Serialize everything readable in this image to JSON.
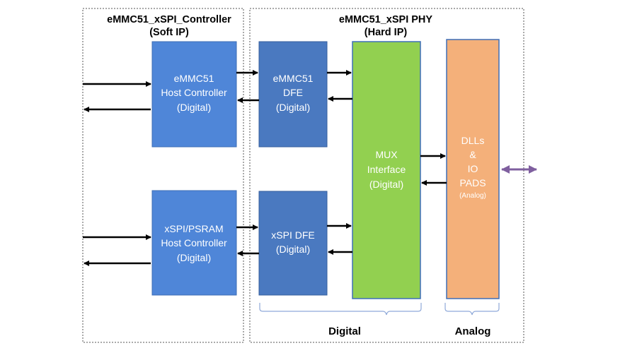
{
  "controller": {
    "title_line1": "eMMC51_xSPI_Controller",
    "title_line2": "(Soft IP)"
  },
  "phy": {
    "title_line1": "eMMC51_xSPI PHY",
    "title_line2": "(Hard IP)"
  },
  "blocks": {
    "emmc_host": {
      "line1": "eMMC51",
      "line2": "Host Controller",
      "line3": "(Digital)"
    },
    "xspi_host": {
      "line1": "xSPI/PSRAM",
      "line2": "Host Controller",
      "line3": "(Digital)"
    },
    "emmc_dfe": {
      "line1": "eMMC51",
      "line2": "DFE",
      "line3": "(Digital)"
    },
    "xspi_dfe": {
      "line1": "xSPI DFE",
      "line2": "(Digital)"
    },
    "mux": {
      "line1": "MUX",
      "line2": "Interface",
      "line3": "(Digital)"
    },
    "dll": {
      "line1": "DLLs",
      "line2": "&",
      "line3": "IO",
      "line4": "PADS",
      "line5": "(Analog)"
    }
  },
  "labels": {
    "digital": "Digital",
    "analog": "Analog"
  },
  "colors": {
    "host_block": "#4f86d8",
    "dfe_block": "#4a79c0",
    "mux_block": "#92d050",
    "dll_block": "#f4b07a",
    "brace": "#8fa9d9",
    "bidir_arrow": "#7f5f9f"
  }
}
